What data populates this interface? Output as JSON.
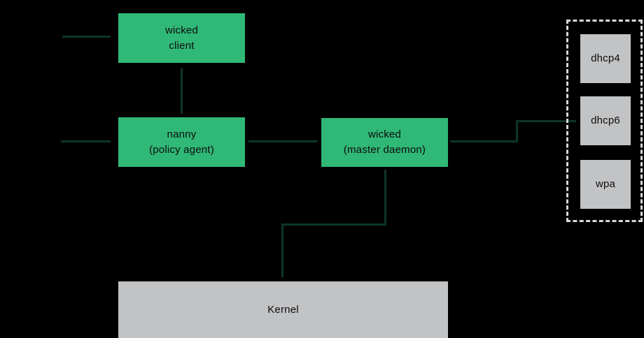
{
  "diagram": {
    "type": "architecture-diagram",
    "colors": {
      "background": "#000000",
      "node_green": "#30b876",
      "node_gray": "#c2c3c5",
      "connector": "#0e352c",
      "dashed_group_border": "#d9d9d9",
      "label_text": "#0d0d0d"
    },
    "nodes": {
      "wicked_client": {
        "label": "wicked\nclient"
      },
      "nanny": {
        "label": "nanny\n(policy agent)"
      },
      "wicked_master": {
        "label": "wicked\n(master daemon)"
      },
      "dhcp4": {
        "label": "dhcp4"
      },
      "dhcp6": {
        "label": "dhcp6"
      },
      "wpa": {
        "label": "wpa"
      },
      "kernel": {
        "label": "Kernel"
      }
    },
    "edges": [
      {
        "from": "offscreen-left",
        "to": "wicked_client",
        "style": "line"
      },
      {
        "from": "wicked_client",
        "to": "nanny",
        "style": "line"
      },
      {
        "from": "offscreen-left",
        "to": "nanny",
        "style": "line"
      },
      {
        "from": "nanny",
        "to": "wicked_master",
        "style": "line"
      },
      {
        "from": "wicked_master",
        "to": "supplicants_group_dhcp6",
        "style": "elbow"
      },
      {
        "from": "wicked_master",
        "to": "kernel",
        "style": "elbow"
      }
    ],
    "groups": {
      "supplicants": {
        "border": "dashed",
        "members": [
          "dhcp4",
          "dhcp6",
          "wpa"
        ]
      }
    }
  }
}
